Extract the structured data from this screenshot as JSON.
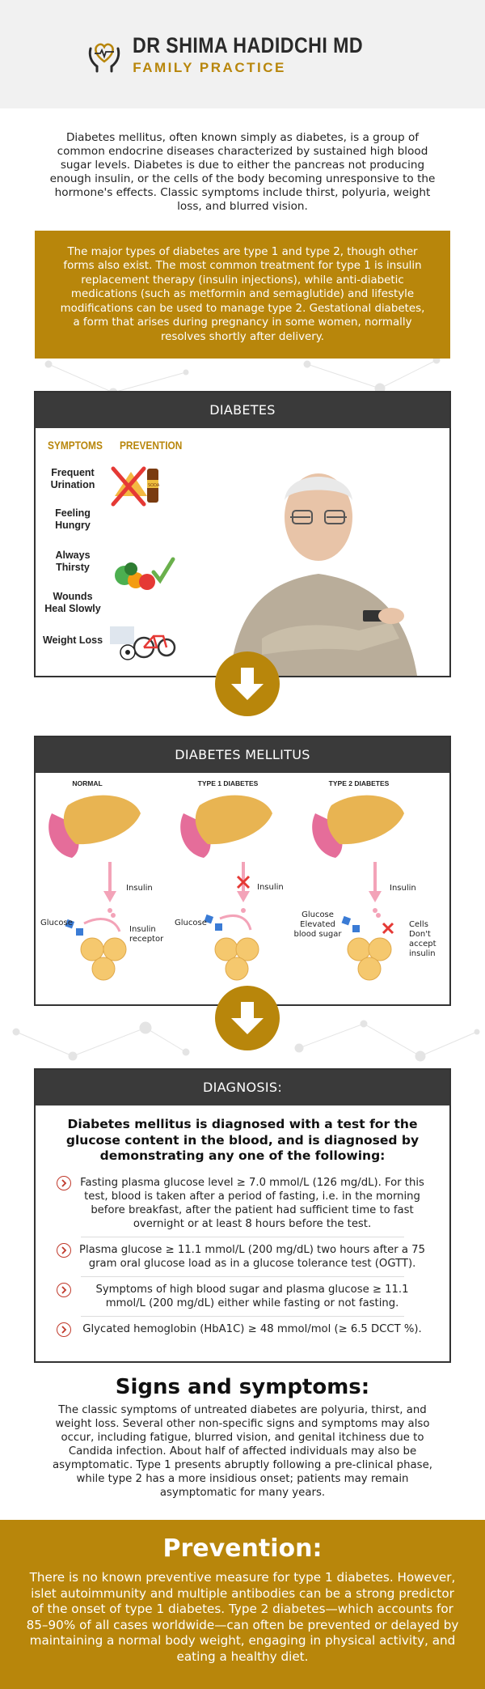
{
  "header": {
    "name": "DR SHIMA HADIDCHI MD",
    "subtitle": "FAMILY PRACTICE"
  },
  "intro": "Diabetes mellitus, often known simply as diabetes, is a group of common endocrine diseases characterized by sustained high blood sugar levels. Diabetes is due to either the pancreas not producing enough insulin, or the cells of the body becoming unresponsive to the hormone's effects. Classic symptoms include thirst, polyuria, weight loss, and blurred vision.",
  "types_box": "The major types of diabetes are type 1 and type 2, though other forms also exist. The most common treatment for type 1 is insulin replacement therapy (insulin injections), while anti-diabetic medications (such as metformin and semaglutide) and lifestyle modifications can be used to manage type 2. Gestational diabetes, a form that arises during pregnancy in some women, normally resolves shortly after delivery.",
  "panel1": {
    "title": "DIABETES",
    "symptoms_heading": "SYMPTOMS",
    "prevention_heading": "PREVENTION",
    "symptoms": [
      "Frequent Urination",
      "Feeling Hungry",
      "Always Thirsty",
      "Wounds Heal Slowly",
      "Weight Loss"
    ],
    "soda_label": "SODA"
  },
  "panel2": {
    "title": "DIABETES MELLITUS",
    "columns": [
      "NORMAL",
      "TYPE 1 DIABETES",
      "TYPE 2 DIABETES"
    ],
    "labels": {
      "insulin": "Insulin",
      "glucose": "Glucose",
      "insulin_receptor": "Insulin receptor",
      "glucose_elevated": "Glucose Elevated blood sugar",
      "cells_dont_accept": "Cells Don't accept insulin"
    }
  },
  "panel3": {
    "title": "DIAGNOSIS:",
    "intro": "Diabetes mellitus is diagnosed with a test for the glucose content in the blood, and is diagnosed by demonstrating any one of the following:",
    "criteria": [
      "Fasting plasma glucose level ≥ 7.0 mmol/L (126 mg/dL). For this test, blood is taken after a period of fasting, i.e. in the morning before breakfast, after the patient had sufficient time to fast overnight or at least 8 hours before the test.",
      "Plasma glucose ≥ 11.1 mmol/L (200 mg/dL) two hours after a 75 gram oral glucose load as in a glucose tolerance test (OGTT).",
      "Symptoms of high blood sugar and plasma glucose ≥ 11.1 mmol/L (200 mg/dL) either while fasting or not fasting.",
      "Glycated hemoglobin (HbA1C) ≥ 48 mmol/mol (≥ 6.5 DCCT %)."
    ]
  },
  "signs": {
    "title": "Signs and symptoms:",
    "body": "The classic symptoms of untreated diabetes are polyuria, thirst, and weight loss. Several other non-specific signs and symptoms may also occur, including fatigue, blurred vision, and genital itchiness due to Candida infection. About half of affected individuals may also be asymptomatic. Type 1 presents abruptly following a pre-clinical phase, while type 2 has a more insidious onset; patients may remain asymptomatic for many years."
  },
  "prevention": {
    "title": "Prevention:",
    "body": "There is no known preventive measure for type 1 diabetes. However, islet autoimmunity and multiple antibodies can be a strong predictor of the onset of type 1 diabetes. Type 2 diabetes—which accounts for 85–90% of all cases worldwide—can often be prevented or delayed by maintaining a normal body weight, engaging in physical activity, and eating a healthy diet."
  },
  "colors": {
    "gold": "#b8860b",
    "dark": "#3a3a3a",
    "header_bg": "#f1f1f1"
  }
}
